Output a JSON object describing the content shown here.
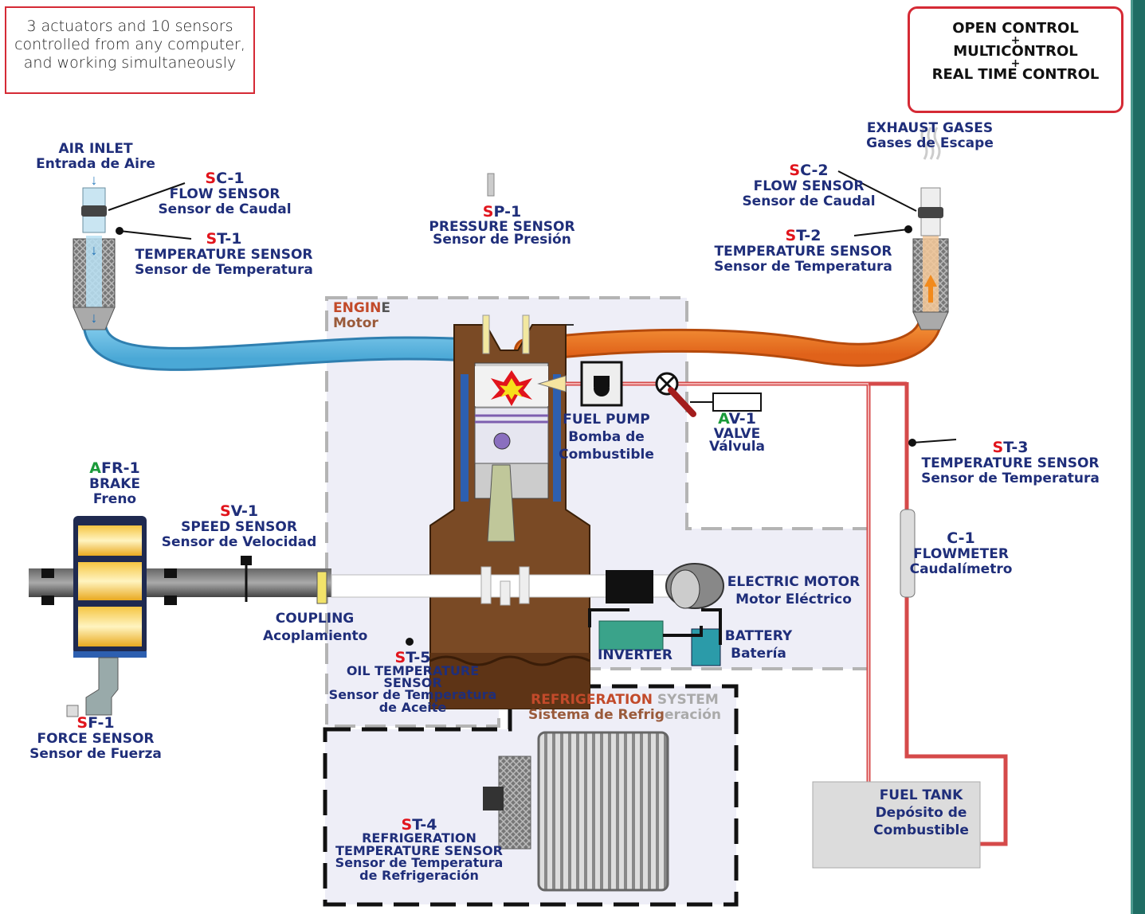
{
  "note": {
    "lines": [
      "3 actuators and 10 sensors",
      "controlled from any computer,",
      "and working simultaneously"
    ]
  },
  "control": {
    "line1": "OPEN CONTROL",
    "plus": "+",
    "line2": "MULTICONTROL",
    "line3": "REAL TIME CONTROL"
  },
  "air_inlet": {
    "title": "AIR INLET",
    "subtitle": "Entrada de Aire"
  },
  "exhaust": {
    "title": "EXHAUST GASES",
    "subtitle": "Gases de Escape"
  },
  "sc1": {
    "prefix": "S",
    "code": "C-1",
    "title": "FLOW SENSOR",
    "subtitle": "Sensor de Caudal"
  },
  "st1": {
    "prefix": "S",
    "code": "T-1",
    "title": "TEMPERATURE SENSOR",
    "subtitle": "Sensor de Temperatura"
  },
  "sp1": {
    "prefix": "S",
    "code": "P-1",
    "title": "PRESSURE SENSOR",
    "subtitle": "Sensor de Presión"
  },
  "sc2": {
    "prefix": "S",
    "code": "C-2",
    "title": "FLOW SENSOR",
    "subtitle": "Sensor de Caudal"
  },
  "st2": {
    "prefix": "S",
    "code": "T-2",
    "title": "TEMPERATURE SENSOR",
    "subtitle": "Sensor de Temperatura"
  },
  "engine": {
    "title_a": "ENGIN",
    "title_b": "E",
    "subtitle": "Motor"
  },
  "fuel_pump": {
    "l1": "FUEL PUMP",
    "l2": "Bomba de",
    "l3": "Combustible"
  },
  "av1": {
    "prefix": "A",
    "code": "V-1",
    "title": "VALVE",
    "subtitle": "Válvula"
  },
  "st3": {
    "prefix": "S",
    "code": "T-3",
    "title": "TEMPERATURE SENSOR",
    "subtitle": "Sensor de Temperatura"
  },
  "afr1": {
    "prefix": "A",
    "code": "FR-1",
    "title": "BRAKE",
    "subtitle": "Freno"
  },
  "sv1": {
    "prefix": "S",
    "code": "V-1",
    "title": "SPEED SENSOR",
    "subtitle": "Sensor de Velocidad"
  },
  "coupling": {
    "title": "COUPLING",
    "subtitle": "Acoplamiento"
  },
  "electric_motor": {
    "title": "ELECTRIC MOTOR",
    "subtitle": "Motor Eléctrico"
  },
  "c1": {
    "code": "C-1",
    "title": "FLOWMETER",
    "subtitle": "Caudalímetro"
  },
  "battery": {
    "title": "BATTERY",
    "subtitle": "Batería"
  },
  "inverter": {
    "title": "INVERTER"
  },
  "st5": {
    "prefix": "S",
    "code": "T-5",
    "l1": "OIL TEMPERATURE",
    "l2": "SENSOR",
    "l3": "Sensor de Temperatura",
    "l4": "de Aceite"
  },
  "sf1": {
    "prefix": "S",
    "code": "F-1",
    "title": "FORCE SENSOR",
    "subtitle": "Sensor de Fuerza"
  },
  "refrigeration": {
    "title_a": "REFRIGERATION",
    "title_b": " SYSTEM",
    "subtitle_a": "Sistema de Refrig",
    "subtitle_b": "eración"
  },
  "st4": {
    "prefix": "S",
    "code": "T-4",
    "l1": "REFRIGERATION",
    "l2": "TEMPERATURE SENSOR",
    "l3": "Sensor de Temperatura",
    "l4": "de Refrigeración"
  },
  "fuel_tank": {
    "l1": "FUEL TANK",
    "l2": "Depósito de",
    "l3": "Combustible"
  },
  "colors": {
    "label": "#1f2e7a",
    "prefix_sensor": "#e1141c",
    "prefix_actuator": "#1a9a3a",
    "air_pipe": "#6cc0e5",
    "exhaust_pipe": "#f07a1e",
    "box_border": "#d52a35"
  }
}
